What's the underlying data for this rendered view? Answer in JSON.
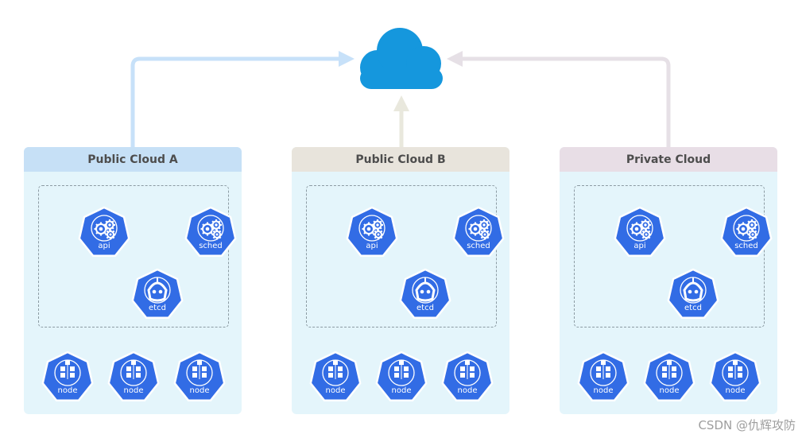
{
  "colors": {
    "k8s_blue": "#326ce5",
    "cloud_blue": "#1597dd",
    "panel_bg": "#e4f5fb"
  },
  "clouds": [
    {
      "title": "Public Cloud A",
      "header_color": "#c6e0f6",
      "arrow_color": "#c7e1f9"
    },
    {
      "title": "Public Cloud B",
      "header_color": "#e8e4dc",
      "arrow_color": "#e9e8dd"
    },
    {
      "title": "Private Cloud",
      "header_color": "#e8dee6",
      "arrow_color": "#e6e0e6"
    }
  ],
  "control_plane": [
    {
      "label": "api",
      "icon": "gear-cluster-icon"
    },
    {
      "label": "sched",
      "icon": "gear-cluster-icon"
    },
    {
      "label": "etcd",
      "icon": "etcd-icon"
    }
  ],
  "nodes": [
    {
      "label": "node",
      "icon": "node-cubes-icon"
    },
    {
      "label": "node",
      "icon": "node-cubes-icon"
    },
    {
      "label": "node",
      "icon": "node-cubes-icon"
    }
  ],
  "central_icon": "cloud-icon",
  "watermark": "CSDN @仇辉攻防"
}
